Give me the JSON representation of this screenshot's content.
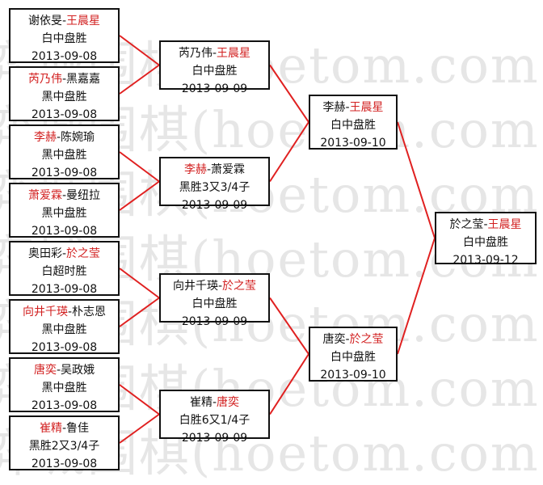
{
  "watermark": "弈城围棋(hoetom.com)",
  "colors": {
    "winner": "#d22020",
    "text": "#111111",
    "line": "#e02020",
    "border": "#111111"
  },
  "matches": [
    {
      "id": "m1",
      "round": 1,
      "p1": "谢依旻",
      "p2": "王晨星",
      "winner": 2,
      "result": "白中盘胜",
      "date": "2013-09-08"
    },
    {
      "id": "m2",
      "round": 1,
      "p1": "芮乃伟",
      "p2": "黑嘉嘉",
      "winner": 1,
      "result": "黑中盘胜",
      "date": "2013-09-08"
    },
    {
      "id": "m3",
      "round": 1,
      "p1": "李赫",
      "p2": "陈婉瑜",
      "winner": 1,
      "result": "黑中盘胜",
      "date": "2013-09-08"
    },
    {
      "id": "m4",
      "round": 1,
      "p1": "萧爱霖",
      "p2": "曼纽拉",
      "winner": 1,
      "result": "黑中盘胜",
      "date": "2013-09-08"
    },
    {
      "id": "m5",
      "round": 1,
      "p1": "奥田彩",
      "p2": "於之莹",
      "winner": 2,
      "result": "白超时胜",
      "date": "2013-09-08"
    },
    {
      "id": "m6",
      "round": 1,
      "p1": "向井千瑛",
      "p2": "朴志恩",
      "winner": 1,
      "result": "黑中盘胜",
      "date": "2013-09-08"
    },
    {
      "id": "m7",
      "round": 1,
      "p1": "唐奕",
      "p2": "吴政娥",
      "winner": 1,
      "result": "黑中盘胜",
      "date": "2013-09-08"
    },
    {
      "id": "m8",
      "round": 1,
      "p1": "崔精",
      "p2": "鲁佳",
      "winner": 1,
      "result": "黑胜2又3/4子",
      "date": "2013-09-08"
    },
    {
      "id": "m9",
      "round": 2,
      "p1": "芮乃伟",
      "p2": "王晨星",
      "winner": 2,
      "result": "白中盘胜",
      "date": "2013-09-09"
    },
    {
      "id": "m10",
      "round": 2,
      "p1": "李赫",
      "p2": "萧爱霖",
      "winner": 1,
      "result": "黑胜3又3/4子",
      "date": "2013-09-09"
    },
    {
      "id": "m11",
      "round": 2,
      "p1": "向井千瑛",
      "p2": "於之莹",
      "winner": 2,
      "result": "白中盘胜",
      "date": "2013-09-09"
    },
    {
      "id": "m12",
      "round": 2,
      "p1": "崔精",
      "p2": "唐奕",
      "winner": 2,
      "result": "白胜6又1/4子",
      "date": "2013-09-09"
    },
    {
      "id": "m13",
      "round": 3,
      "p1": "李赫",
      "p2": "王晨星",
      "winner": 2,
      "result": "白中盘胜",
      "date": "2013-09-10"
    },
    {
      "id": "m14",
      "round": 3,
      "p1": "唐奕",
      "p2": "於之莹",
      "winner": 2,
      "result": "白中盘胜",
      "date": "2013-09-10"
    },
    {
      "id": "m15",
      "round": 4,
      "p1": "於之莹",
      "p2": "王晨星",
      "winner": 2,
      "result": "白中盘胜",
      "date": "2013-09-12"
    }
  ]
}
